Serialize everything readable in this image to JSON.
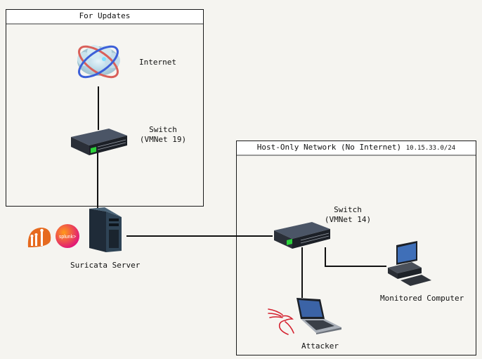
{
  "diagram": {
    "type": "network-topology",
    "groups": [
      {
        "id": "updates",
        "title": "For Updates"
      },
      {
        "id": "host-only",
        "title": "Host-Only Network (No Internet)",
        "subnet": "10.15.33.0/24"
      }
    ],
    "nodes": [
      {
        "id": "internet",
        "label": "Internet",
        "icon": "cloud-globe-icon",
        "group": "updates"
      },
      {
        "id": "switch19",
        "label_line1": "Switch",
        "label_line2": "(VMNet 19)",
        "icon": "network-switch-icon",
        "group": "updates"
      },
      {
        "id": "suricata",
        "label": "Suricata Server",
        "icon": "tower-server-icon",
        "badges": [
          "suricata-logo-icon",
          "splunk-logo-icon"
        ],
        "badge_text": "splunk>"
      },
      {
        "id": "switch14",
        "label_line1": "Switch",
        "label_line2": "(VMNet 14)",
        "icon": "network-switch-icon",
        "group": "host-only"
      },
      {
        "id": "monitored",
        "label": "Monitored Computer",
        "icon": "desktop-computer-icon",
        "group": "host-only"
      },
      {
        "id": "attacker",
        "label": "Attacker",
        "icon": "laptop-icon",
        "badges": [
          "kali-dragon-icon"
        ],
        "group": "host-only"
      }
    ],
    "edges": [
      {
        "from": "internet",
        "to": "switch19"
      },
      {
        "from": "switch19",
        "to": "suricata"
      },
      {
        "from": "suricata",
        "to": "switch14"
      },
      {
        "from": "switch14",
        "to": "attacker"
      },
      {
        "from": "switch14",
        "to": "monitored"
      }
    ]
  }
}
